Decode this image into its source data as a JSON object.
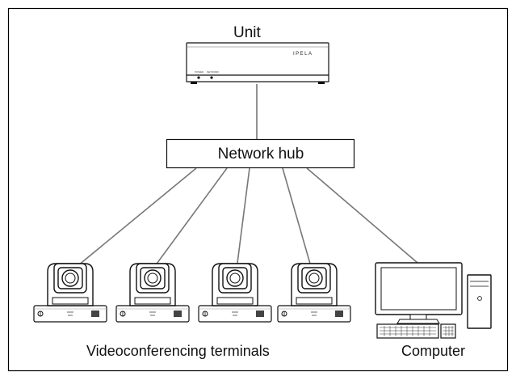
{
  "labels": {
    "unit": "Unit",
    "hub": "Network hub",
    "terminals": "Videoconferencing terminals",
    "computer": "Computer"
  },
  "unit_device": {
    "brand": "IPELA",
    "indicators": [
      "POWER",
      "NETWORK"
    ]
  },
  "icons": {
    "unit": "network-unit-icon",
    "camera": "ptz-camera-icon",
    "computer": "desktop-computer-icon"
  },
  "terminal_count": 4
}
